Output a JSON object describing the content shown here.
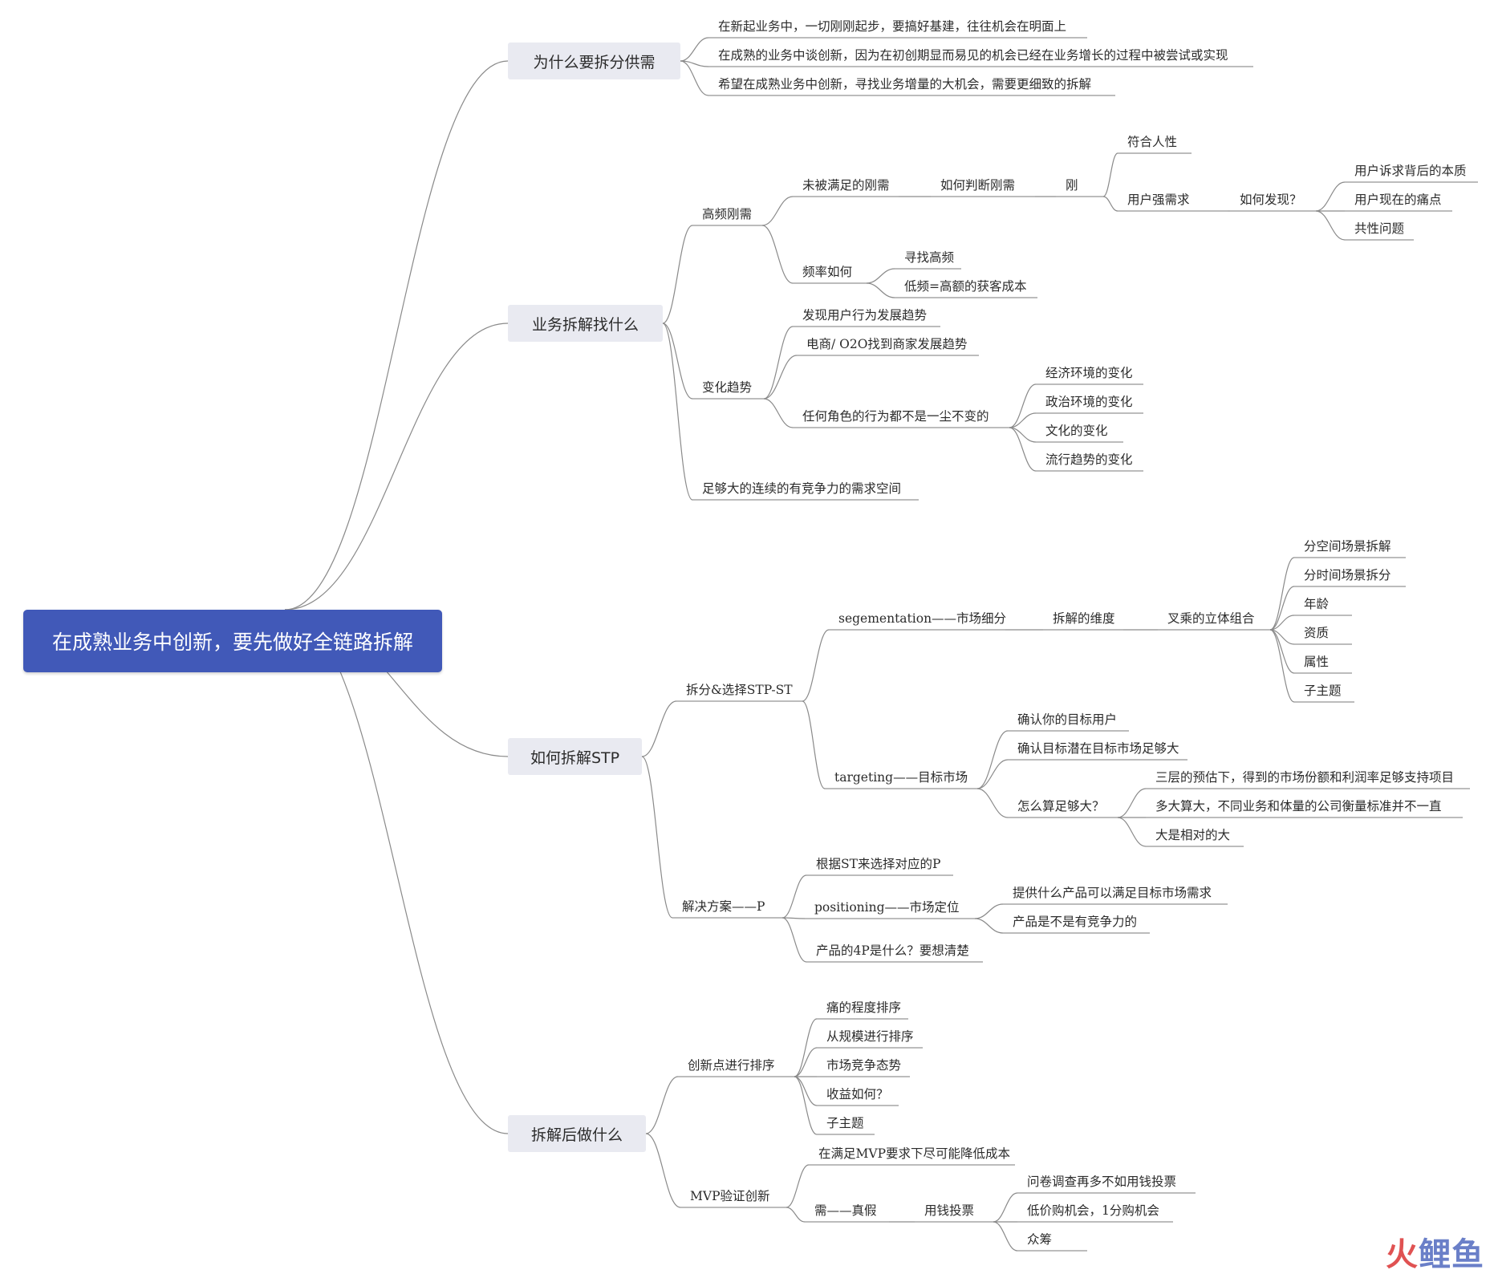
{
  "root": "在成熟业务中创新，要先做好全链路拆解",
  "main": [
    "为什么要拆分供需",
    "业务拆解找什么",
    "如何拆解STP",
    "拆解后做什么"
  ],
  "nodes": {
    "why1": "在新起业务中，一切刚刚起步，要搞好基建，往往机会在明面上",
    "why2": "在成熟的业务中谈创新，因为在初创期显而易见的机会已经在业务增长的过程中被尝试或实现",
    "why3": "希望在成熟业务中创新，寻找业务增量的大机会，需要更细致的拆解",
    "gp": "高频刚需",
    "wmzgx": "未被满足的刚需",
    "rhpd": "如何判断刚需",
    "gang": "刚",
    "fhrx": "符合人性",
    "yhqxq": "用户强需求",
    "rhfx": "如何发现？",
    "bz": "用户诉求背后的本质",
    "td": "用户现在的痛点",
    "gxwt": "共性问题",
    "plrh": "频率如何",
    "xzgp": "寻找高频",
    "dp": "低频=高额的获客成本",
    "bhqs": "变化趋势",
    "fxyh": "发现用户行为发展趋势",
    "ds": "电商/ O2O找到商家发展趋势",
    "rhjs": "任何角色的行为都不是一尘不变的",
    "jj": "经济环境的变化",
    "zz": "政治环境的变化",
    "wh": "文化的变化",
    "lx": "流行趋势的变化",
    "zgd": "足够大的连续的有竞争力的需求空间",
    "cf": "拆分&选择STP-ST",
    "seg": "segementation——市场细分",
    "cjwd": "拆解的维度",
    "cc": "叉乘的立体组合",
    "fk": "分空间场景拆解",
    "fs": "分时间场景拆分",
    "nl": "年龄",
    "zzh": "资质",
    "sx": "属性",
    "zzt1": "子主题",
    "tar": "targeting——目标市场",
    "qr1": "确认你的目标用户",
    "qr2": "确认目标潜在目标市场足够大",
    "zmsd": "怎么算足够大？",
    "sc": "三层的预估下，得到的市场份额和利润率足够支持项目",
    "dd": "多大算大，不同业务和体量的公司衡量标准并不一直",
    "xd": "大是相对的大",
    "jjfa": "解决方案——P",
    "gj": "根据ST来选择对应的P",
    "pos": "positioning——市场定位",
    "tg": "提供什么产品可以满足目标市场需求",
    "jz": "产品是不是有竞争力的",
    "fourp": "产品的4P是什么？要想清楚",
    "cxd": "创新点进行排序",
    "tcd": "痛的程度排序",
    "gm": "从规模进行排序",
    "jzts": "市场竞争态势",
    "sy": "收益如何？",
    "zzt2": "子主题",
    "mvp": "MVP验证创新",
    "mz": "在满足MVP要求下尽可能降低成本",
    "xzj": "需——真假",
    "yq": "用钱投票",
    "wj": "问卷调查再多不如用钱投票",
    "dj": "低价购机会，1分购机会",
    "zc": "众筹"
  },
  "watermark": {
    "part1": "火",
    "part2": "鲤鱼"
  },
  "colors": {
    "root": "#4159b8",
    "mainBox": "#e9eaf1",
    "line": "#8a8a8a"
  }
}
